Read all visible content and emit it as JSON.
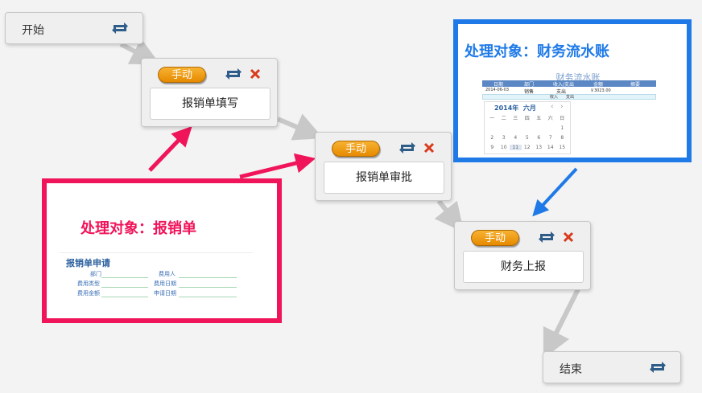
{
  "nodes": {
    "start": {
      "label": "开始"
    },
    "fill": {
      "badge": "手动",
      "label": "报销单填写"
    },
    "approve": {
      "badge": "手动",
      "label": "报销单审批"
    },
    "report": {
      "badge": "手动",
      "label": "财务上报"
    },
    "end": {
      "label": "结束"
    }
  },
  "callout_form": {
    "title": "处理对象：报销单",
    "form_title": "报销单申请",
    "fields_left": [
      "部门",
      "费用类型",
      "费用金额"
    ],
    "fields_right": [
      "费用人",
      "费用日期",
      "申请日期"
    ]
  },
  "callout_ledger": {
    "title": "处理对象：财务流水账",
    "ledger_title": "财务流水账",
    "columns": [
      "日期",
      "部门",
      "收入/支出",
      "金额",
      "摘要"
    ],
    "row": [
      "2014-06-03",
      "销售",
      "支出",
      "￥3023.00",
      ""
    ],
    "radio_options": [
      "收入",
      "支出"
    ],
    "calendar_header": "2014年  六月",
    "weekdays": [
      "一",
      "二",
      "三",
      "四",
      "五",
      "六",
      "日"
    ],
    "week1": [
      "",
      "",
      "",
      "",
      "",
      "",
      "1"
    ],
    "week2": [
      "2",
      "3",
      "4",
      "5",
      "6",
      "7",
      "8"
    ],
    "week3": [
      "9",
      "10",
      "11",
      "12",
      "13",
      "14",
      "15"
    ]
  },
  "colors": {
    "pink_accent": "#f0145a",
    "blue_accent": "#1f7ae8",
    "badge_orange": "#f0a020",
    "close_red": "#d83a1a",
    "icon_blue": "#2e5d8a",
    "connector_gray": "#c8c8c8"
  }
}
